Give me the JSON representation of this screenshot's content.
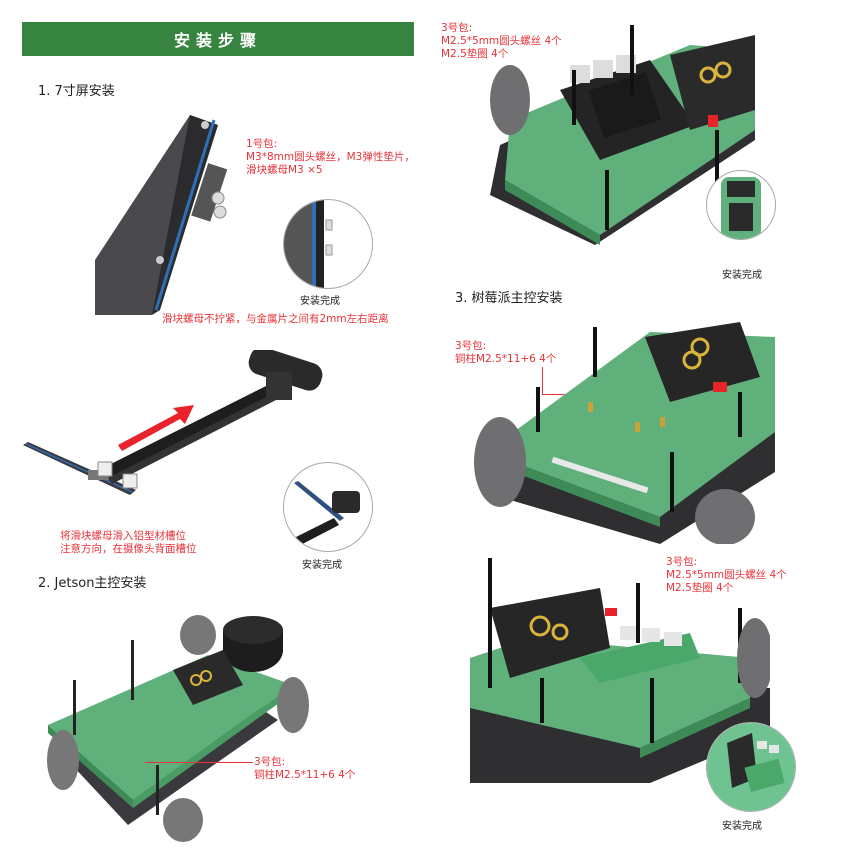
{
  "header": {
    "title": "安装步骤"
  },
  "sections": [
    {
      "title": "1. 7寸屏安装",
      "package_note": "1号包:\nM3*8mm圆头螺丝，M3弹性垫片，\n滑块螺母M3 ×5",
      "done_caption_1": "安装完成",
      "warning": "滑块螺母不拧紧，与金属片之间有2mm左右距离",
      "slide_note": "将滑块螺母滑入铝型材槽位\n注意方向，在摄像头背面槽位",
      "done_caption_2": "安装完成"
    },
    {
      "title": "2. Jetson主控安装",
      "standoff_note": "3号包:\n铜柱M2.5*11+6 4个",
      "screw_note": "3号包:\nM2.5*5mm圆头螺丝 4个\nM2.5垫圈 4个",
      "done_caption": "安装完成"
    },
    {
      "title": "3. 树莓派主控安装",
      "standoff_note": "3号包:\n铜柱M2.5*11+6 4个",
      "screw_note": "3号包:\nM2.5*5mm圆头螺丝 4个\nM2.5垫圈 4个",
      "done_caption": "安装完成"
    }
  ],
  "colors": {
    "header_green": "#36843f",
    "note_red": "#e8333a",
    "board_green": "#5fb07a",
    "pcb_black": "#2a2a2a"
  }
}
